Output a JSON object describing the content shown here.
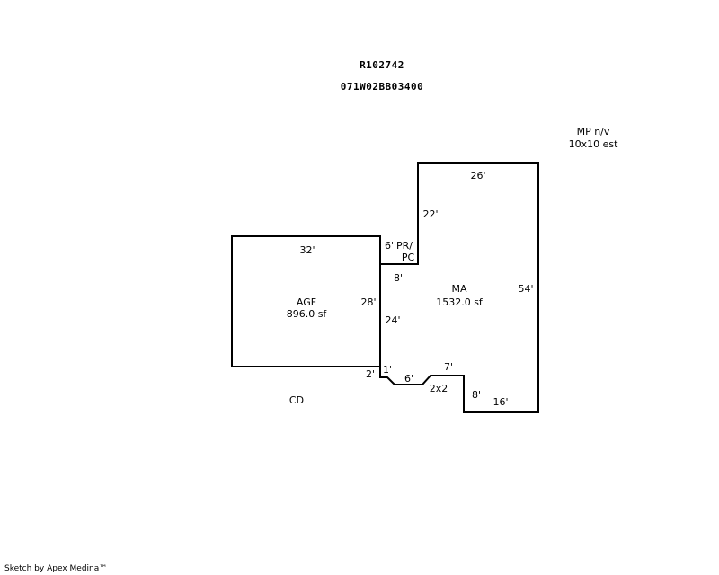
{
  "header": {
    "parcel_id": "R102742",
    "map_id": "071W02BB03400"
  },
  "notes": {
    "mp_line1": "MP n/v",
    "mp_line2": "10x10 est",
    "cd": "CD"
  },
  "areas": {
    "agf": {
      "label": "AGF",
      "size": "896.0 sf"
    },
    "ma": {
      "label": "MA",
      "size": "1532.0 sf"
    }
  },
  "dimensions": {
    "agf_top": "32'",
    "agf_right": "28'",
    "ma_top": "26'",
    "ma_right": "54'",
    "ma_left_upper": "22'",
    "step": "6'",
    "pr": "PR/",
    "pc": "PC",
    "eight_a": "8'",
    "twenty_four": "24'",
    "one": "1'",
    "two": "2'",
    "six": "6'",
    "seven": "7'",
    "two_by_two": "2x2",
    "eight_b": "8'",
    "sixteen": "16'"
  },
  "footer": {
    "credit": "Sketch by Apex Medina™"
  }
}
